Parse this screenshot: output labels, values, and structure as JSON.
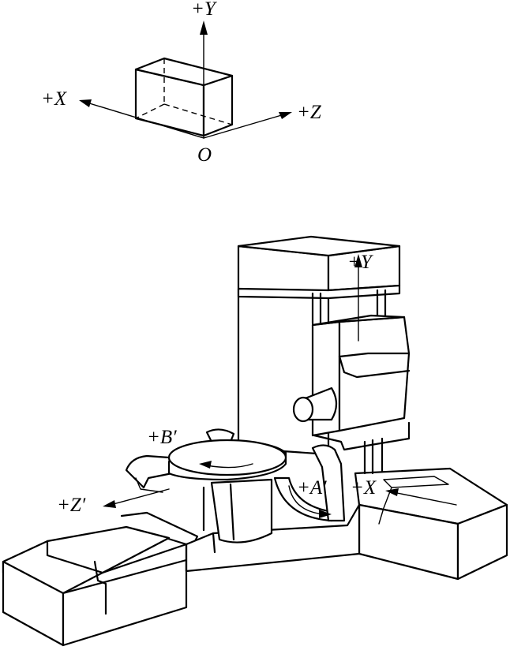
{
  "coordinate_system": {
    "axis_y_label": "+Y",
    "axis_x_label": "+X",
    "axis_z_label": "+Z",
    "origin_label": "O"
  },
  "machine": {
    "axis_y_label": "+Y",
    "axis_x_label": "+X",
    "axis_z_prime_label": "+Z′",
    "axis_b_prime_label": "+B′",
    "axis_a_prime_label": "+A′"
  },
  "colors": {
    "line": "#000000",
    "background": "#ffffff"
  }
}
